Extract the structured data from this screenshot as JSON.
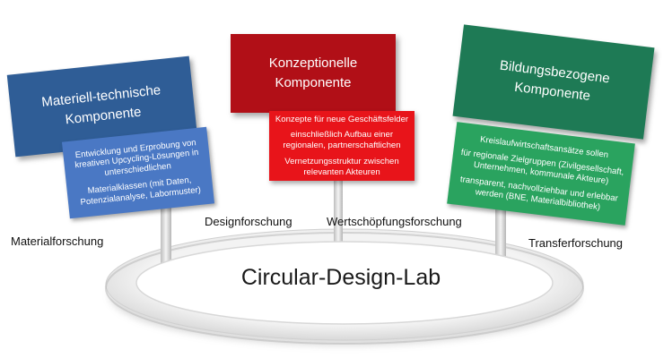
{
  "center": {
    "title": "Circular-Design-Lab"
  },
  "signs": {
    "blue": {
      "lines": [
        "Materiell-technische",
        "Komponente"
      ]
    },
    "red": {
      "lines": [
        "Konzeptionelle",
        "Komponente"
      ]
    },
    "green": {
      "lines": [
        "Bildungsbezogene",
        "Komponente"
      ]
    }
  },
  "cards": {
    "blue": {
      "paragraphs": [
        "Entwicklung und Erprobung von kreativen Upcycling-Lösungen in unterschiedlichen",
        "Materialklassen (mit Daten, Potenzialanalyse, Labormuster)"
      ]
    },
    "red": {
      "paragraphs": [
        "Konzepte für neue Geschäftsfelder",
        "einschließlich Aufbau einer regionalen, partnerschaftlichen",
        "Vernetzungsstruktur zwischen relevanten Akteuren"
      ]
    },
    "green": {
      "paragraphs": [
        "Kreislaufwirtschaftsansätze sollen",
        "für regionale Zielgruppen (Zivilgesellschaft, Unternehmen, kommunale Akteure)",
        "transparent, nachvollziehbar und erlebbar werden (BNE, Materialbibliothek)"
      ]
    }
  },
  "labels": {
    "materialforschung": "Materialforschung",
    "designforschung": "Designforschung",
    "wertschoepfungsforschung": "Wertschöpfungsforschung",
    "transferforschung": "Transferforschung"
  },
  "colors": {
    "blue_sign": "#2f5d96",
    "blue_card": "#4a78c4",
    "red_sign": "#b10f17",
    "red_card": "#e8141a",
    "green_sign": "#1e7a55",
    "green_card": "#2aa35f",
    "ring": "#e6e6e6"
  }
}
